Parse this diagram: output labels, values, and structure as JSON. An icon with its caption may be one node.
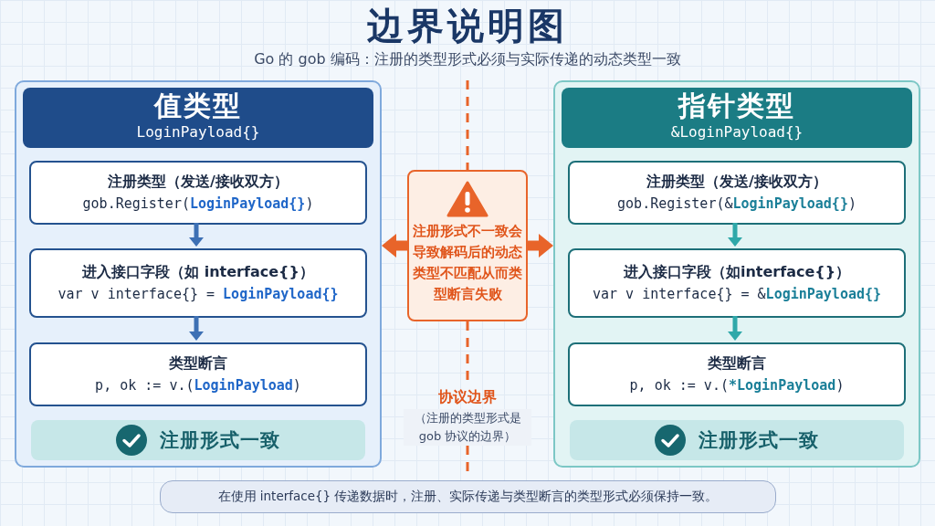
{
  "diagram": {
    "title": "边界说明图",
    "nodes": [
      {
        "text": [
          "值类型",
          "LoginPayload{}"
        ]
      },
      {
        "text": [
          "注册类型（发送/接收双方）",
          "gob.Register(**LoginPayload{}**)"
        ],
        "in": 0
      },
      {
        "text": [
          "进入接口字段（如 interface{}）",
          "var v interface{} = **LoginPayload{}**"
        ],
        "in": 0
      },
      {
        "text": [
          "类型断言",
          "p, ok := v.(**LoginPayload**)"
        ],
        "in": 0
      },
      {
        "text": [
          "注册形式一致"
        ],
        "in": 0
      },
      {
        "text": [
          "指针类型",
          "&LoginPayload{}"
        ]
      },
      {
        "text": [
          "注册类型（发送/接收双方）",
          "gob.Register(&**LoginPayload{}**)"
        ],
        "in": 5
      },
      {
        "text": [
          "进入接口字段（如interface{}）",
          "var v interface{} = &**LoginPayload{}**"
        ],
        "in": 5
      },
      {
        "text": [
          "类型断言",
          "p, ok := v.(***LoginPayload**)"
        ],
        "in": 5
      },
      {
        "text": [
          "注册形式一致"
        ],
        "in": 5
      },
      {
        "text": [
          "注册形式不一致会导致解码后的动态类型不匹配从而类型断言失败"
        ]
      },
      {
        "text": [
          "在使用 interface{} 传递数据时，注册、实际传递与类型断言的类型形式必须保持一致。"
        ]
      }
    ],
    "edges": [
      {
        "from": 1,
        "to": 2,
        "arrow": "to",
        "color": "#3d70b4"
      },
      {
        "from": 2,
        "to": 3,
        "arrow": "to",
        "color": "#3d70b4"
      },
      {
        "from": 6,
        "to": 7,
        "arrow": "to",
        "color": "#2fa8a9"
      },
      {
        "from": 7,
        "to": 8,
        "arrow": "to",
        "color": "#2fa8a9"
      },
      {
        "from": 10,
        "to": 0,
        "arrow": "to",
        "color": "#e8642a",
        "style": "thick"
      },
      {
        "from": 10,
        "to": 5,
        "arrow": "to",
        "color": "#e8642a",
        "style": "thick"
      }
    ],
    "labels": [
      "Go 的 gob 编码：注册的类型形式必须与实际传递的动态类型一致",
      "协议边界",
      "（注册的类型形式是 gob 协议的边界）"
    ]
  }
}
